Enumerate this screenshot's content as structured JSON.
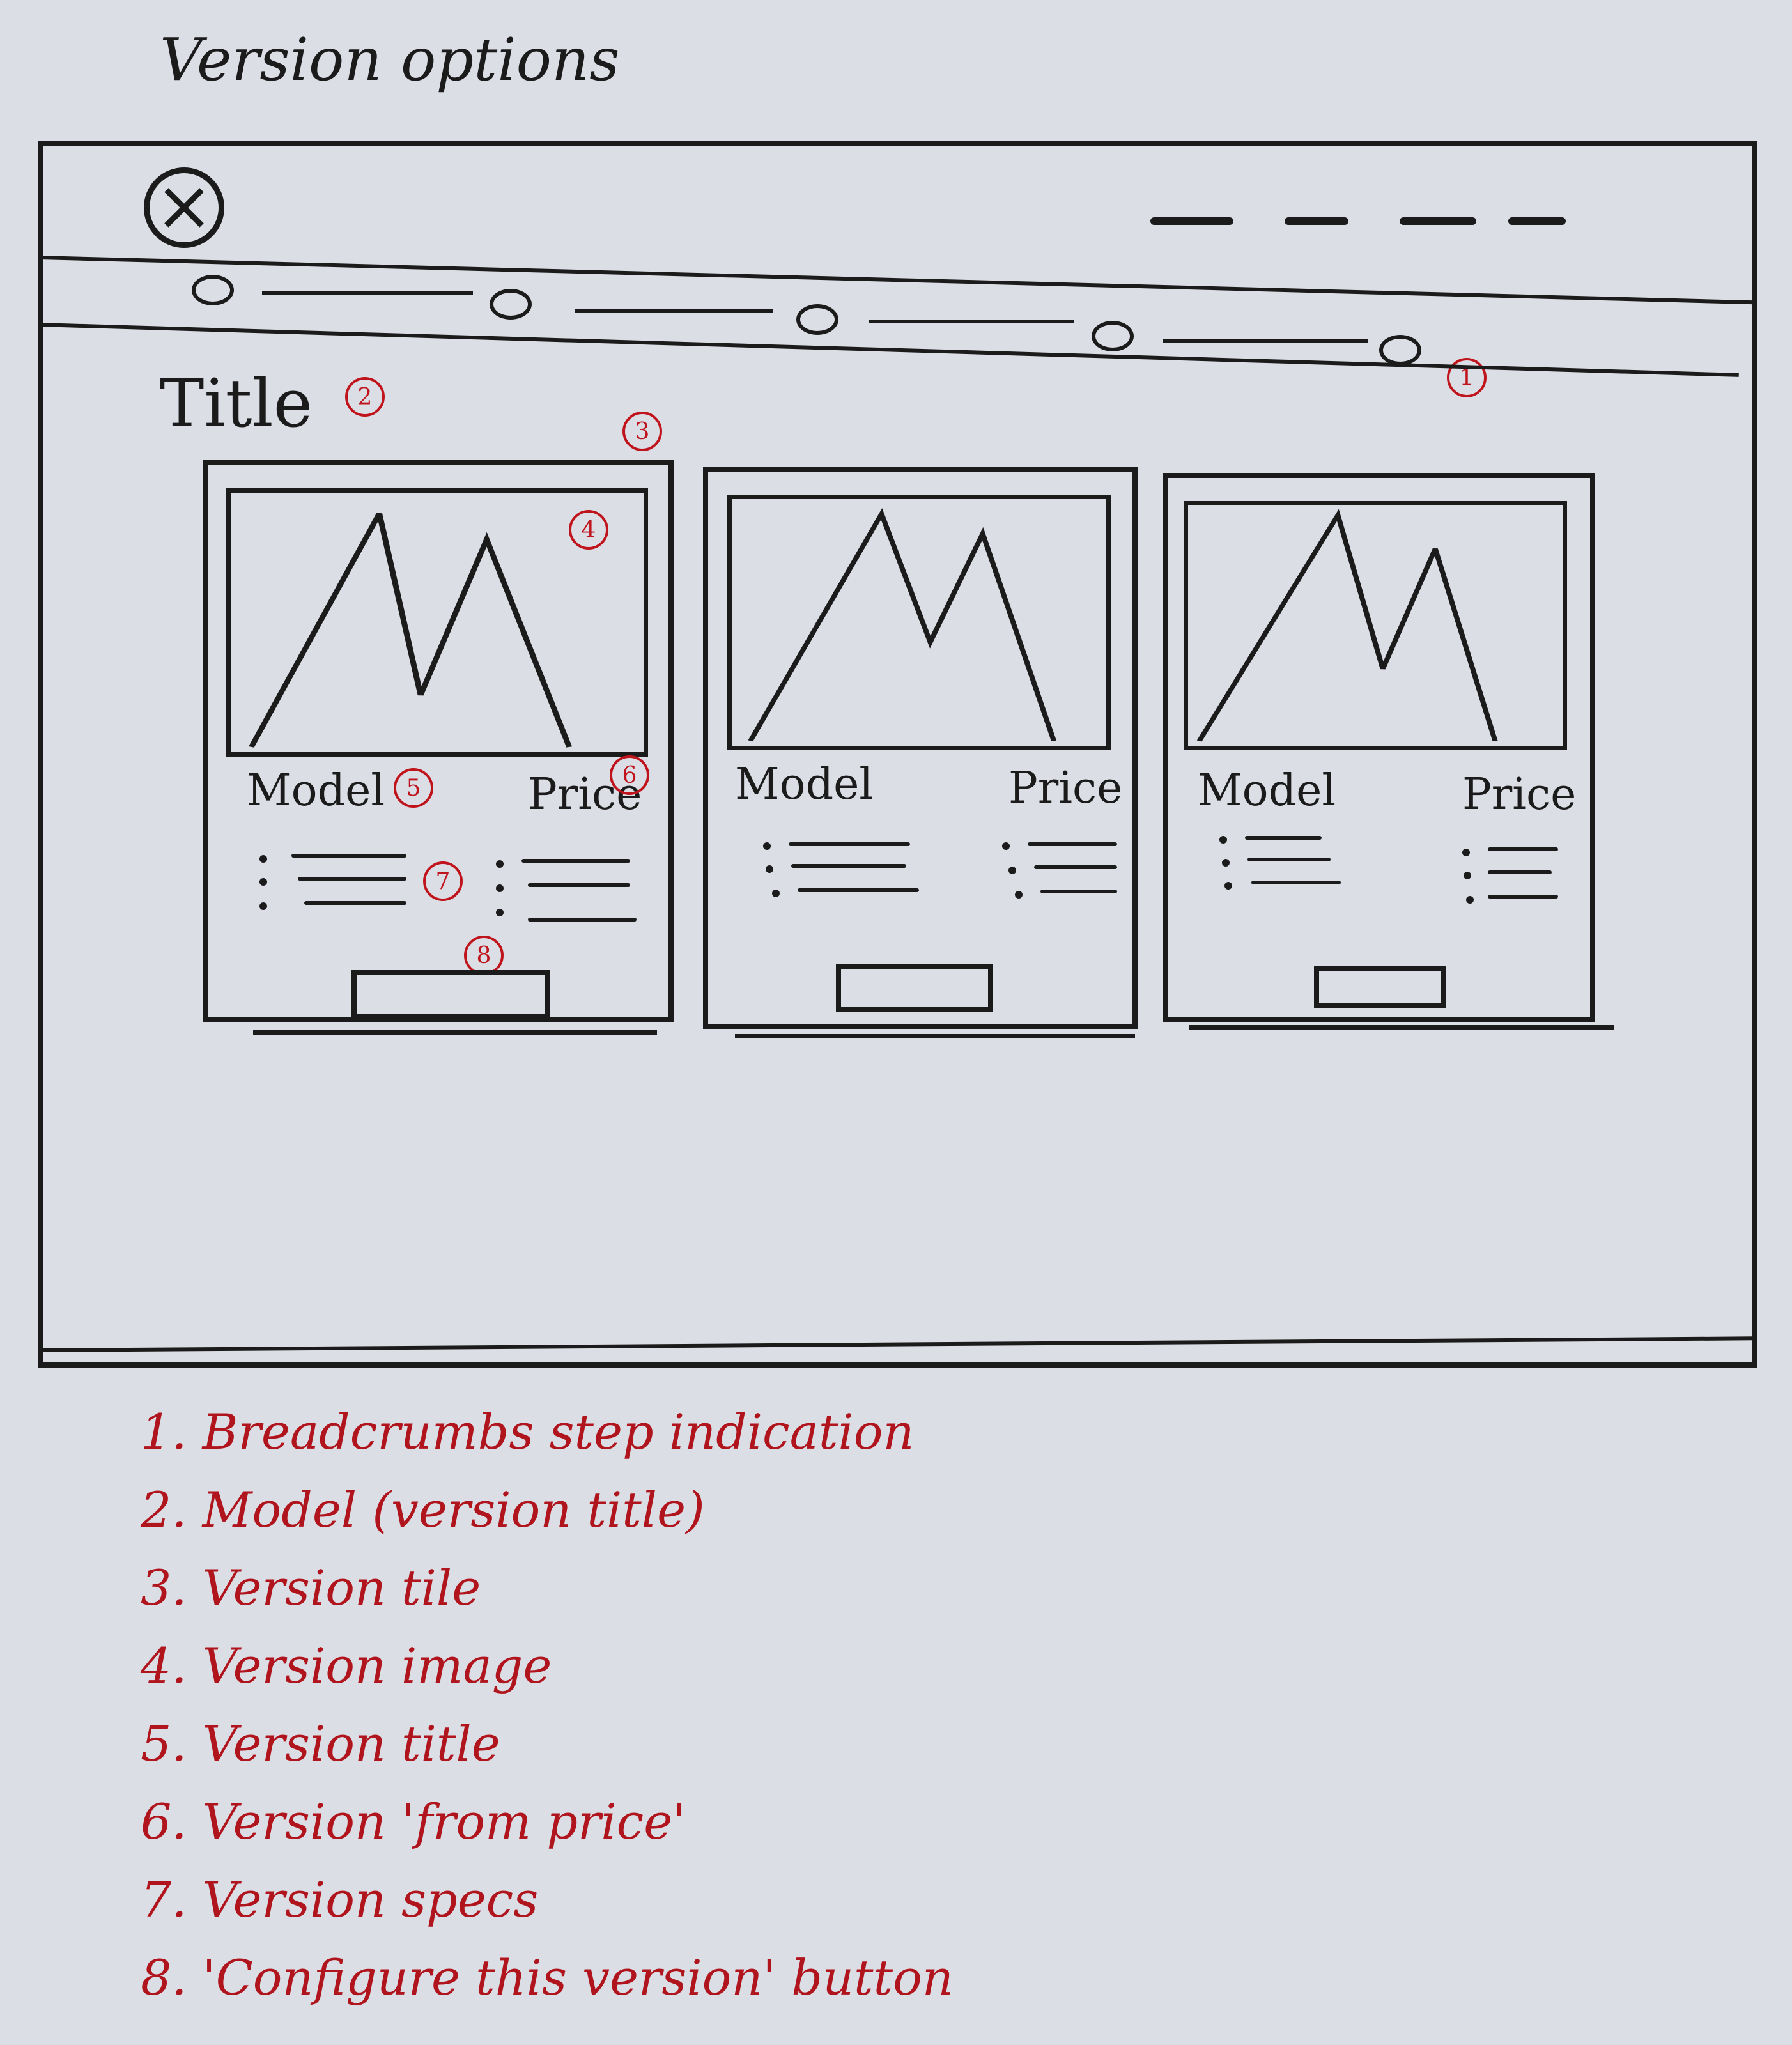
{
  "heading": "Version options",
  "header": {
    "logo_icon": "close-circle-icon",
    "nav_placeholders": 4
  },
  "breadcrumbs": {
    "step_count": 5,
    "marker": "1"
  },
  "page_title": {
    "text": "Title",
    "marker": "2"
  },
  "markers": {
    "tile": "3",
    "image": "4",
    "model": "5",
    "price": "6",
    "specs": "7",
    "button": "8"
  },
  "tiles": [
    {
      "model": "Model",
      "price": "Price"
    },
    {
      "model": "Model",
      "price": "Price"
    },
    {
      "model": "Model",
      "price": "Price"
    }
  ],
  "legend": [
    "1. Breadcrumbs step indication",
    "2. Model (version title)",
    "3. Version tile",
    "4. Version image",
    "5. Version title",
    "6. Version 'from price'",
    "7. Version specs",
    "8. 'Configure this version' button"
  ],
  "colors": {
    "ink": "#1b1b1b",
    "annotation_red": "#c0141c",
    "paper": "#dcdee6"
  }
}
